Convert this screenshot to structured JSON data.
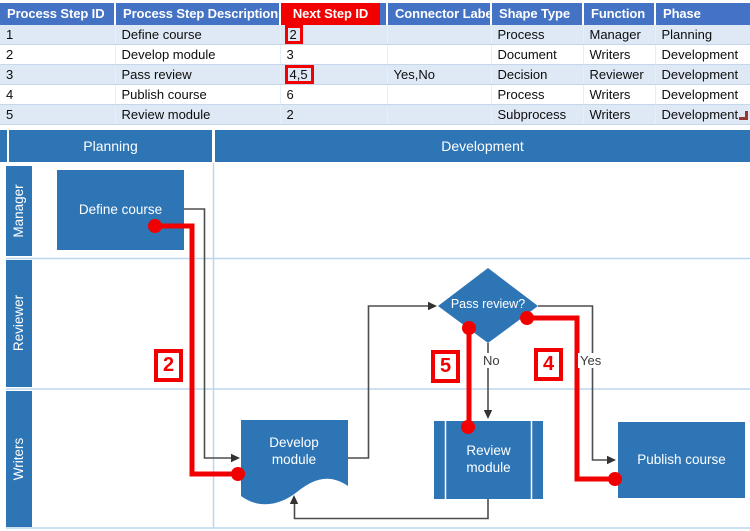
{
  "colors": {
    "table_header_blue": "#4472C4",
    "table_band_tint": "#DEE9F5",
    "table_grid": "#C7D7EB",
    "shape_blue": "#2E75B6",
    "lane_grid_blue": "#BDD7EE",
    "connector_gray": "#4D4D4D",
    "annotation_red": "#F20000",
    "handle_maroon": "#953735",
    "text_white": "#FFFFFF"
  },
  "table": {
    "columns": [
      {
        "label": "Process Step ID",
        "highlighted": false
      },
      {
        "label": "Process Step Description",
        "highlighted": false
      },
      {
        "label": "Next Step ID",
        "highlighted": true
      },
      {
        "label": "Connector Label",
        "highlighted": false
      },
      {
        "label": "Shape Type",
        "highlighted": false
      },
      {
        "label": "Function",
        "highlighted": false
      },
      {
        "label": "Phase",
        "highlighted": false
      }
    ],
    "rows": [
      {
        "cells": [
          "1",
          "Define course",
          "2",
          "",
          "Process",
          "Manager",
          "Planning"
        ],
        "next_step_boxed": true
      },
      {
        "cells": [
          "2",
          "Develop module",
          "3",
          "",
          "Document",
          "Writers",
          "Development"
        ],
        "next_step_boxed": false
      },
      {
        "cells": [
          "3",
          "Pass review",
          "4,5",
          "Yes,No",
          "Decision",
          "Reviewer",
          "Development"
        ],
        "next_step_boxed": true
      },
      {
        "cells": [
          "4",
          "Publish course",
          "6",
          "",
          "Process",
          "Writers",
          "Development"
        ],
        "next_step_boxed": false
      },
      {
        "cells": [
          "5",
          "Review module",
          "2",
          "",
          "Subprocess",
          "Writers",
          "Development"
        ],
        "next_step_boxed": false
      }
    ]
  },
  "diagram": {
    "phases": [
      {
        "label": "Planning"
      },
      {
        "label": "Development"
      }
    ],
    "lanes": [
      {
        "label": "Manager"
      },
      {
        "label": "Reviewer"
      },
      {
        "label": "Writers"
      }
    ],
    "shapes": [
      {
        "label": "Define course",
        "type": "Process"
      },
      {
        "label": "Develop module",
        "type": "Document"
      },
      {
        "label": "Pass review?",
        "type": "Decision"
      },
      {
        "label": "Review module",
        "type": "Subprocess"
      },
      {
        "label": "Publish course",
        "type": "Process"
      }
    ],
    "connector_labels": {
      "no": "No",
      "yes": "Yes"
    },
    "callouts": [
      {
        "label": "2"
      },
      {
        "label": "5"
      },
      {
        "label": "4"
      }
    ]
  }
}
